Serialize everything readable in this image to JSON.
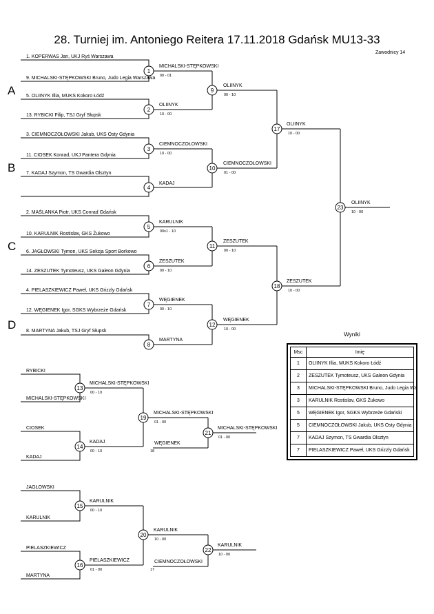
{
  "header": {
    "title": "28. Turniej im. Antoniego Reitera  17.11.2018  Gdańsk   MU13-33",
    "competitors": "Zawodnicy 14"
  },
  "groups": [
    "A",
    "B",
    "C",
    "D"
  ],
  "entries": [
    "1. KOPERWAS Jan, UKJ Ryś Warszawa",
    "9. MICHALSKI-STĘPKOWSKI Bruno, Judo Legia Warszawa",
    "5. OLIINYK Illia, MUKS Kokoro Łódź",
    "13. RYBICKI Filip, TSJ Gryf Słupsk",
    "3. CIEMNOCZOŁOWSKI Jakub, UKS Osty Gdynia",
    "11. CIOSEK Konrad, UKJ Pantera Gdynia",
    "7. KADAJ Szymon, TS Gwardia Olsztyn",
    "2. MAŚLANKA Piotr, UKS Conrad Gdańsk",
    "10. KARULNIK Rostislav, GKS Żukowo",
    "6. JAGŁOWSKI Tymon, UKS Sekcja Sport Borkowo",
    "14. ZESZUTEK Tymoteusz, UKS Galeon Gdynia",
    "4. PIELASZKIEWICZ Paweł, UKS Grizzly Gdańsk",
    "12. WĘGIENEK Igor, SGKS Wybrzeże Gdańsk",
    "8. MARTYNA Jakub, TSJ Gryf Słupsk"
  ],
  "matches": [
    {
      "num": "1",
      "winner": "MICHALSKI-STĘPKOWSKI",
      "score": "00 - 01"
    },
    {
      "num": "2",
      "winner": "OLIINYK",
      "score": "10 - 00"
    },
    {
      "num": "3",
      "winner": "CIEMNOCZOŁOWSKI",
      "score": "10 - 00"
    },
    {
      "num": "4",
      "winner": "KADAJ",
      "score": ""
    },
    {
      "num": "5",
      "winner": "KARULNIK",
      "score": "00s1 - 10"
    },
    {
      "num": "6",
      "winner": "ZESZUTEK",
      "score": "00 - 10"
    },
    {
      "num": "7",
      "winner": "WĘGIENEK",
      "score": "00 - 10"
    },
    {
      "num": "8",
      "winner": "MARTYNA",
      "score": ""
    },
    {
      "num": "9",
      "winner": "OLIINYK",
      "score": "00 - 10"
    },
    {
      "num": "10",
      "winner": "CIEMNOCZOŁOWSKI",
      "score": "01 - 00"
    },
    {
      "num": "11",
      "winner": "ZESZUTEK",
      "score": "00 - 10"
    },
    {
      "num": "12",
      "winner": "WĘGIENEK",
      "score": "10 - 00"
    },
    {
      "num": "17",
      "winner": "OLIINYK",
      "score": "10 - 00"
    },
    {
      "num": "18",
      "winner": "ZESZUTEK",
      "score": "10 - 00"
    },
    {
      "num": "23",
      "winner": "OLIINYK",
      "score": "10 - 00"
    }
  ],
  "repechage": {
    "entries": [
      "RYBICKI",
      "MICHALSKI-STĘPKOWSKI",
      "CIOSEK",
      "KADAJ",
      "JAGŁOWSKI",
      "KARULNIK",
      "PIELASZKIEWICZ",
      "MARTYNA"
    ],
    "matches": [
      {
        "num": "13",
        "winner": "MICHALSKI-STĘPKOWSKI",
        "score": "00 - 10"
      },
      {
        "num": "14",
        "winner": "KADAJ",
        "score": "00 - 10"
      },
      {
        "num": "19",
        "winner": "MICHALSKI-STĘPKOWSKI",
        "score": "01 - 00"
      },
      {
        "num": "21",
        "winner": "MICHALSKI-STĘPKOWSKI",
        "score": "01 - 00"
      },
      {
        "num": "15",
        "winner": "KARULNIK",
        "score": "00 - 10"
      },
      {
        "num": "16",
        "winner": "PIELASZKIEWICZ",
        "score": "01 - 00"
      },
      {
        "num": "20",
        "winner": "KARULNIK",
        "score": "10 - 00"
      },
      {
        "num": "22",
        "winner": "KARULNIK",
        "score": "10 - 00"
      }
    ],
    "lower": [
      {
        "name": "WĘGIENEK",
        "mark": "18"
      },
      {
        "name": "CIEMNOCZOŁOWSKI",
        "mark": "17"
      }
    ]
  },
  "results": {
    "title": "Wyniki",
    "headers": [
      "Msc",
      "Imię"
    ],
    "rows": [
      {
        "place": "1",
        "name": "OLIINYK Illia, MUKS Kokoro Łódź"
      },
      {
        "place": "2",
        "name": "ZESZUTEK Tymoteusz, UKS Galeon Gdynia"
      },
      {
        "place": "3",
        "name": "MICHALSKI-STĘPKOWSKI Bruno, Judo Legia Wa"
      },
      {
        "place": "3",
        "name": "KARULNIK Rostislav, GKS Żukowo"
      },
      {
        "place": "5",
        "name": "WĘGIENEK Igor, SGKS Wybrzeże Gdański"
      },
      {
        "place": "5",
        "name": "CIEMNOCZOŁOWSKI Jakub, UKS Osty Gdynia"
      },
      {
        "place": "7",
        "name": "KADAJ Szymon, TS Gwardia Olsztyn"
      },
      {
        "place": "7",
        "name": "PIELASZKIEWICZ Paweł, UKS Grizzly Gdańsk"
      }
    ]
  }
}
